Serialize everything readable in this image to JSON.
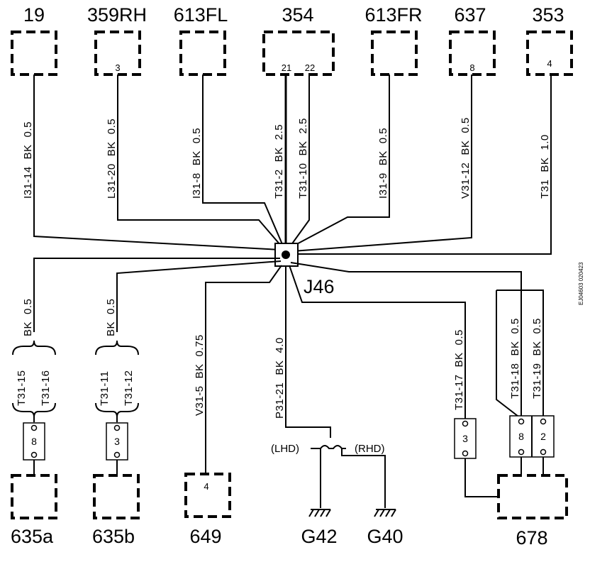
{
  "components_top": [
    {
      "name": "19",
      "pin": ""
    },
    {
      "name": "359RH",
      "pin": "3"
    },
    {
      "name": "613FL",
      "pin": ""
    },
    {
      "name": "354",
      "pin": "21",
      "pin2": "22"
    },
    {
      "name": "613FR",
      "pin": ""
    },
    {
      "name": "637",
      "pin": "8"
    },
    {
      "name": "353",
      "pin": "4"
    }
  ],
  "wires_top": [
    {
      "circuit": "I31-14",
      "color": "BK",
      "size": "0.5"
    },
    {
      "circuit": "L31-20",
      "color": "BK",
      "size": "0.5"
    },
    {
      "circuit": "I31-8",
      "color": "BK",
      "size": "0.5"
    },
    {
      "circuit": "T31-2",
      "color": "BK",
      "size": "2.5"
    },
    {
      "circuit": "T31-10",
      "color": "BK",
      "size": "2.5"
    },
    {
      "circuit": "I31-9",
      "color": "BK",
      "size": "0.5"
    },
    {
      "circuit": "V31-12",
      "color": "BK",
      "size": "0.5"
    },
    {
      "circuit": "T31",
      "color": "BK",
      "size": "1.0"
    }
  ],
  "splice": {
    "name": "J46"
  },
  "wires_bottom": [
    {
      "circuit_a": "T31-15",
      "circuit_b": "T31-16",
      "color": "BK",
      "size": "0.5"
    },
    {
      "circuit_a": "T31-11",
      "circuit_b": "T31-12",
      "color": "BK",
      "size": "0.5"
    },
    {
      "circuit": "V31-5",
      "color": "BK",
      "size": "0.75"
    },
    {
      "circuit": "P31-21",
      "color": "BK",
      "size": "4.0"
    },
    {
      "circuit": "T31-17",
      "color": "BK",
      "size": "0.5"
    },
    {
      "circuit": "T31-18",
      "color": "BK",
      "size": "0.5"
    },
    {
      "circuit": "T31-19",
      "color": "BK",
      "size": "0.5"
    }
  ],
  "inline_connectors": {
    "c635a": "8",
    "c635b": "3",
    "c678a": "3",
    "c678b": "8",
    "c678c": "2"
  },
  "components_bottom": [
    {
      "name": "635a"
    },
    {
      "name": "635b"
    },
    {
      "name": "649",
      "pin": "4"
    },
    {
      "name": "678"
    }
  ],
  "grounds": {
    "g42": "G42",
    "g40": "G40",
    "lhd": "(LHD)",
    "rhd": "(RHD)"
  },
  "doc_id": "EJ04603 020423"
}
